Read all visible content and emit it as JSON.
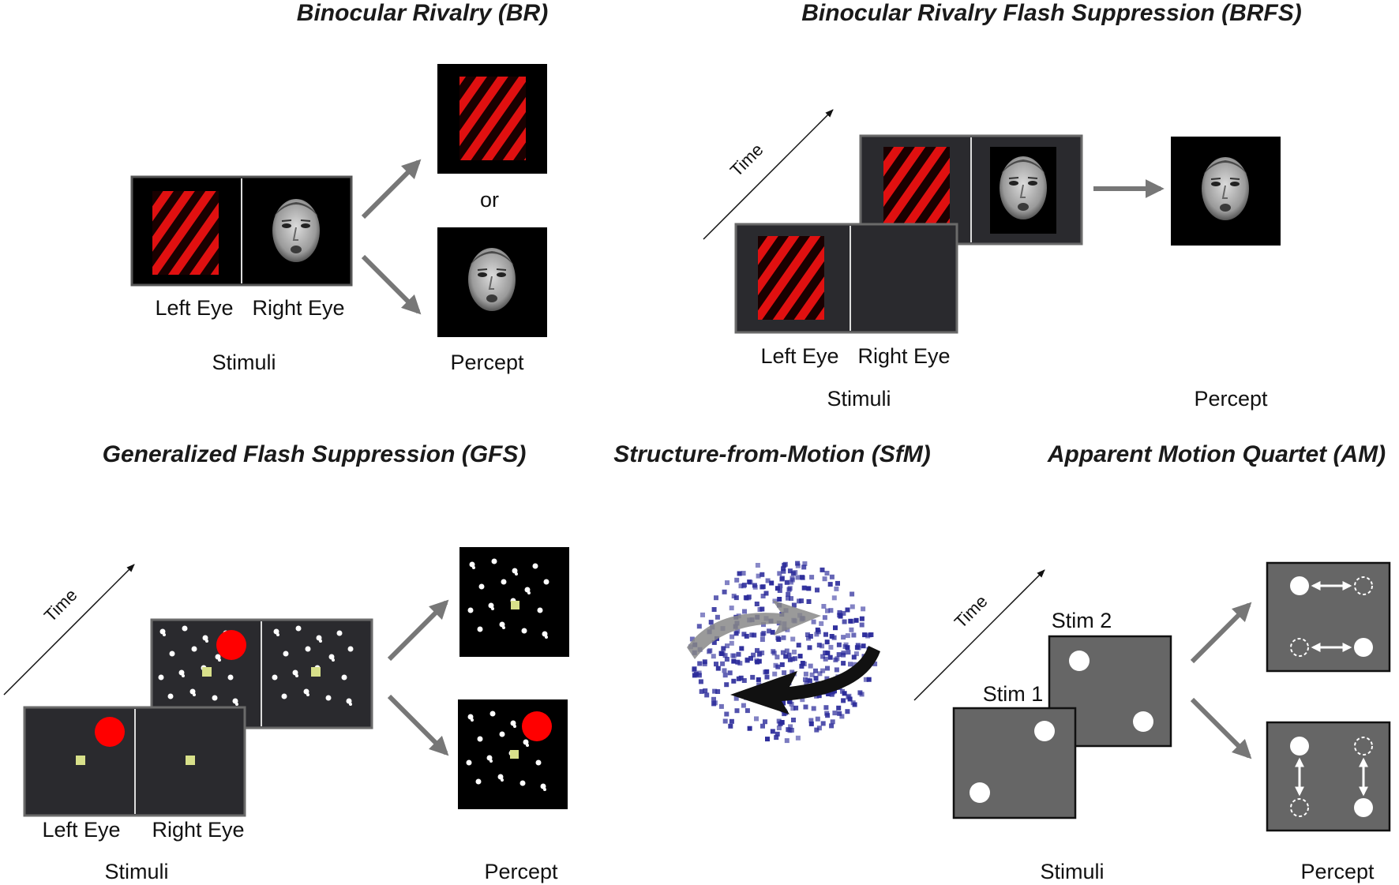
{
  "titles": {
    "br": "Binocular Rivalry (BR)",
    "brfs": "Binocular Rivalry Flash Suppression (BRFS)",
    "gfs": "Generalized Flash Suppression (GFS)",
    "sfm": "Structure-from-Motion (SfM)",
    "am": "Apparent Motion Quartet (AM)"
  },
  "labels": {
    "left_eye": "Left Eye",
    "right_eye": "Right Eye",
    "stimuli": "Stimuli",
    "percept": "Percept",
    "or": "or",
    "time": "Time",
    "stim1": "Stim 1",
    "stim2": "Stim 2"
  },
  "colors": {
    "grating_red": "#e01010",
    "panel_dark": "#2a2a2e",
    "panel_border": "#6a6a6a",
    "arrow_gray": "#777777",
    "target_red": "#ff0000",
    "target_yellow": "#d8e08a",
    "sfm_dots": "#2a2a9a",
    "am_gray": "#666666"
  },
  "icons": [
    "face-image",
    "grating-image",
    "dot-field",
    "sfm-sphere"
  ]
}
